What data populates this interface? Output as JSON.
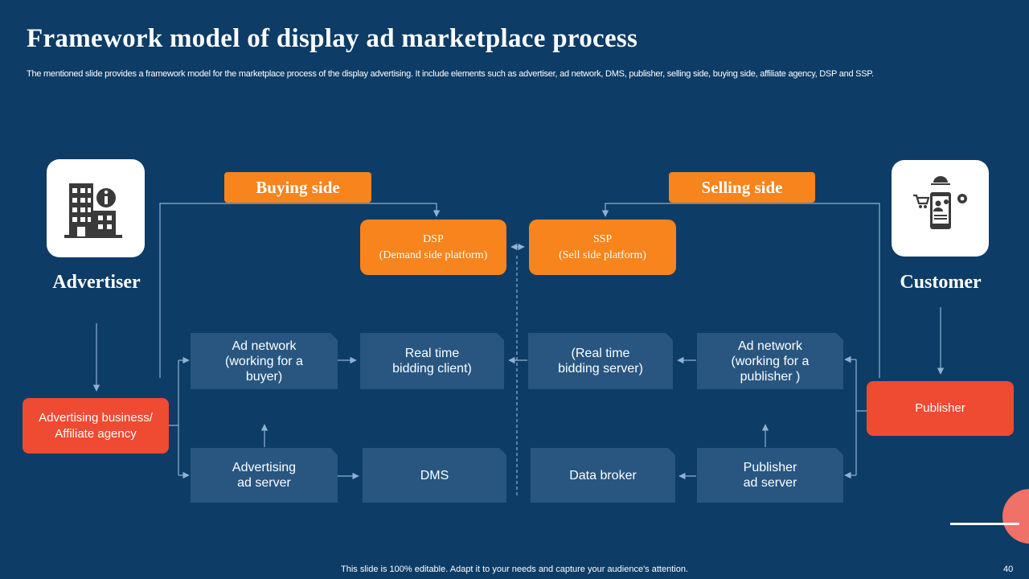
{
  "slide": {
    "title": "Framework model of display ad marketplace process",
    "subtitle": "The mentioned slide provides a framework model for the marketplace process of the display advertising. It include elements such as advertiser, ad network, DMS, publisher, selling side, buying side, affiliate agency, DSP and SSP.",
    "footer": "This slide is 100% editable. Adapt it to your needs and capture your audience's attention.",
    "page_number": "40"
  },
  "diagram": {
    "advertiser": {
      "label": "Advertiser",
      "icon": "building-info-icon"
    },
    "customer": {
      "label": "Customer",
      "icon": "mobile-shopping-icon"
    },
    "buying_side": "Buying side",
    "selling_side": "Selling side",
    "dsp": {
      "name": "DSP",
      "full": "(Demand  side platform)"
    },
    "ssp": {
      "name": "SSP",
      "full": "(Sell side platform)"
    },
    "nodes": {
      "ad_network_buyer": "Ad network\n(working for a\nbuyer)",
      "rtb_client": "Real time\nbidding client)",
      "rtb_server": "(Real time\nbidding server)",
      "ad_network_publisher": "Ad network\n(working for a\npublisher )",
      "advertising_ad_server": "Advertising\nad server",
      "dms": "DMS",
      "data_broker": "Data broker",
      "publisher_ad_server": "Publisher\nad server"
    },
    "actors": {
      "affiliate": "Advertising business/\nAffiliate agency",
      "publisher": "Publisher"
    }
  },
  "colors": {
    "background": "#0d3c66",
    "accent_orange": "#f7841c",
    "accent_red": "#ef4a32",
    "node_fill": "#285680",
    "connector": "#8fb2d4",
    "icon": "#3a3a3a"
  }
}
